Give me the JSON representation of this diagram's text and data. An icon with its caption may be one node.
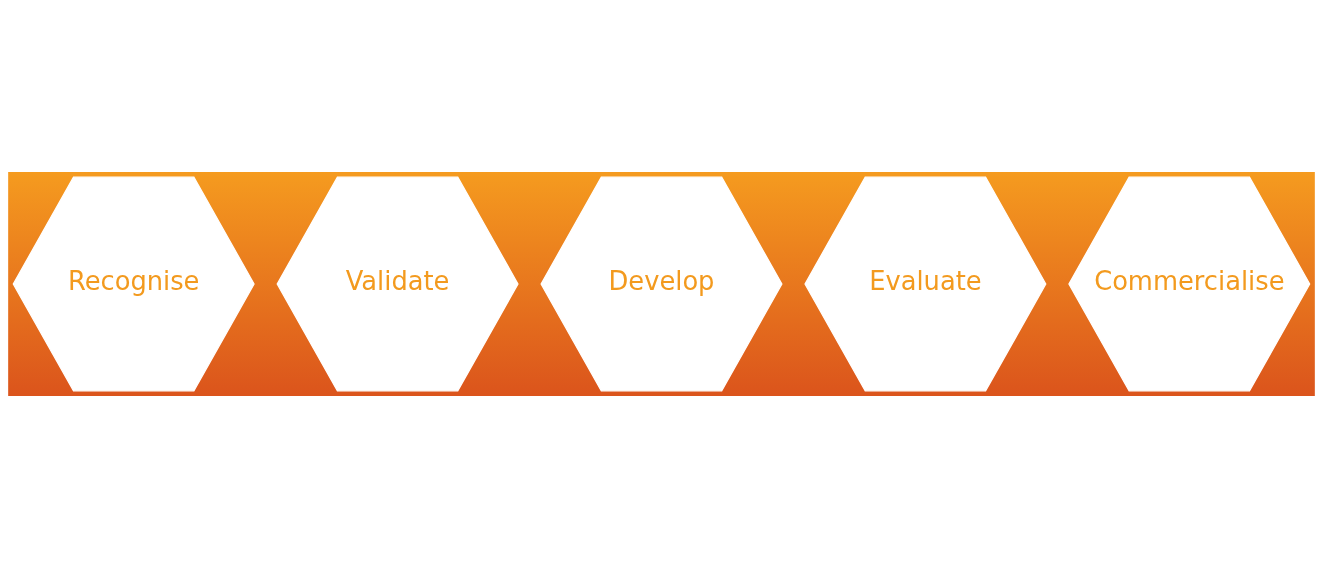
{
  "diagram": {
    "nodes": [
      {
        "text": [
          "Recognise"
        ]
      },
      {
        "text": [
          "Validate"
        ]
      },
      {
        "text": [
          "Develop"
        ]
      },
      {
        "text": [
          "Evaluate"
        ]
      },
      {
        "text": [
          "Commercialise"
        ]
      }
    ]
  }
}
